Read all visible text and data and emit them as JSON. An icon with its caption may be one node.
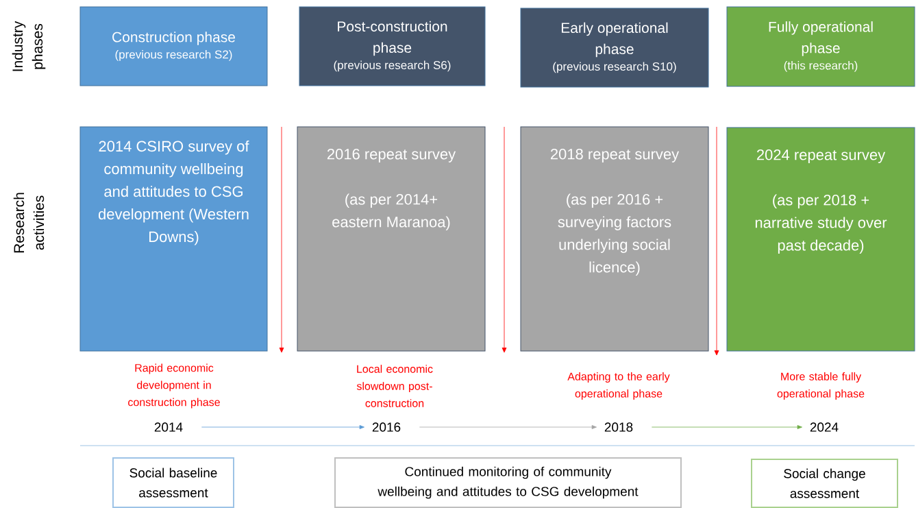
{
  "diagram": {
    "nodes": [
      {
        "text": [
          "Construction phase",
          "(previous research S2)"
        ]
      },
      {
        "text": [
          "Post-construction phase",
          "(previous research S6)"
        ]
      },
      {
        "text": [
          "Early operational phase",
          "(previous research S10)"
        ]
      },
      {
        "text": [
          "Fully operational phase",
          "(this research)"
        ]
      },
      {
        "text": [
          "2014 CSIRO survey of community wellbeing and attitudes to CSG development (Western Downs)"
        ]
      },
      {
        "text": [
          "2016 repeat survey",
          "(as per 2014+ eastern Maranoa)"
        ]
      },
      {
        "text": [
          "2018 repeat survey",
          "(as per 2016 + surveying factors underlying social licence)"
        ]
      },
      {
        "text": [
          "2024 repeat survey",
          "(as per 2018 + narrative study over past decade)"
        ]
      },
      {
        "text": [
          "2014"
        ]
      },
      {
        "text": [
          "2016"
        ]
      },
      {
        "text": [
          "2018"
        ]
      },
      {
        "text": [
          "2024"
        ]
      },
      {
        "text": [
          "Social baseline assessment"
        ]
      },
      {
        "text": [
          "Continued monitoring of community wellbeing and attitudes to CSG development"
        ]
      },
      {
        "text": [
          "Social change assessment"
        ]
      }
    ],
    "edges": [
      {
        "from": 8,
        "to": 9,
        "arrow": "to",
        "color": "#5b9bd5"
      },
      {
        "from": 9,
        "to": 10,
        "arrow": "to",
        "color": "#a5a5a5"
      },
      {
        "from": 10,
        "to": 11,
        "arrow": "to",
        "color": "#70ad47"
      }
    ],
    "labels": [
      "Industry phases",
      "Research activities",
      "Rapid economic development in construction phase",
      "Local economic slowdown post-construction",
      "Adapting to the early operational phase",
      "More stable fully operational phase"
    ]
  }
}
